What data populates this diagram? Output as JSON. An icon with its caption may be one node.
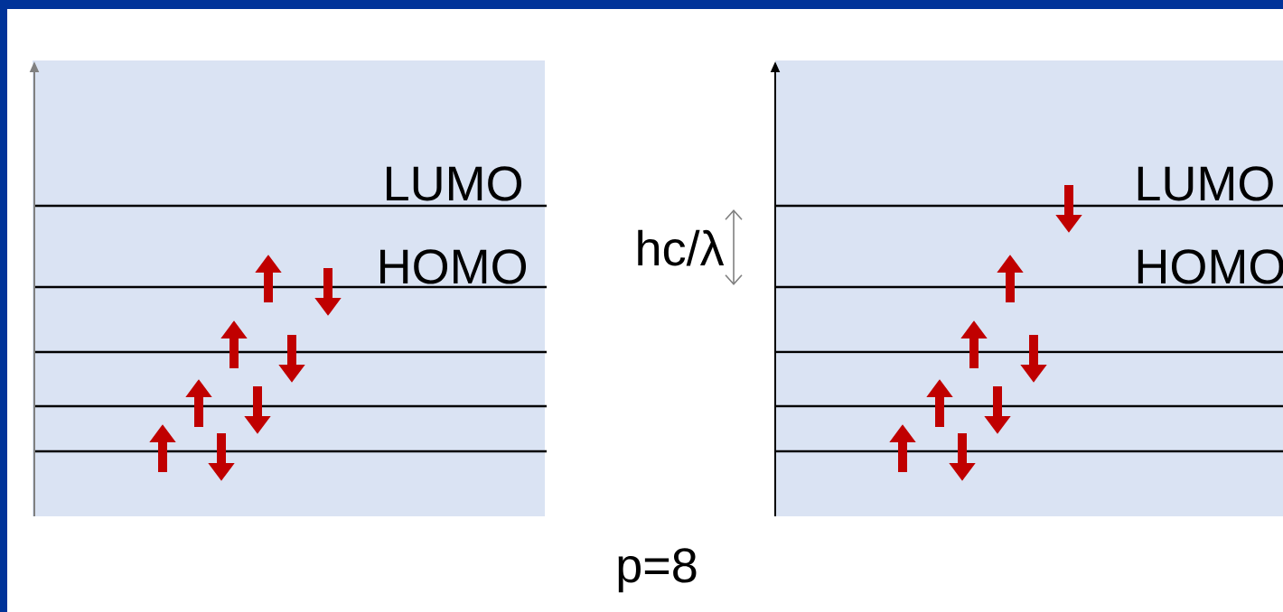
{
  "diagram": {
    "labels": [
      "LUMO",
      "HOMO",
      "hc/λ",
      "LUMO",
      "HOMO",
      "p=8"
    ]
  }
}
